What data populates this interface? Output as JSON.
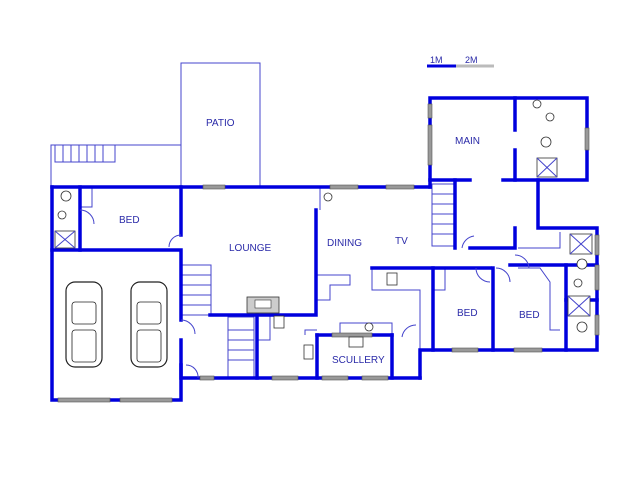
{
  "scale_bar": {
    "label_1": "1M",
    "label_2": "2M"
  },
  "rooms": {
    "patio": "PATIO",
    "main": "MAIN",
    "bed_1": "BED",
    "lounge": "LOUNGE",
    "dining": "DINING",
    "tv": "TV",
    "bed_2": "BED",
    "bed_3": "BED",
    "scullery": "SCULLERY"
  },
  "colors": {
    "wall": "#0000dd",
    "thin_line": "#4444cc",
    "label": "#2a2aa8"
  }
}
